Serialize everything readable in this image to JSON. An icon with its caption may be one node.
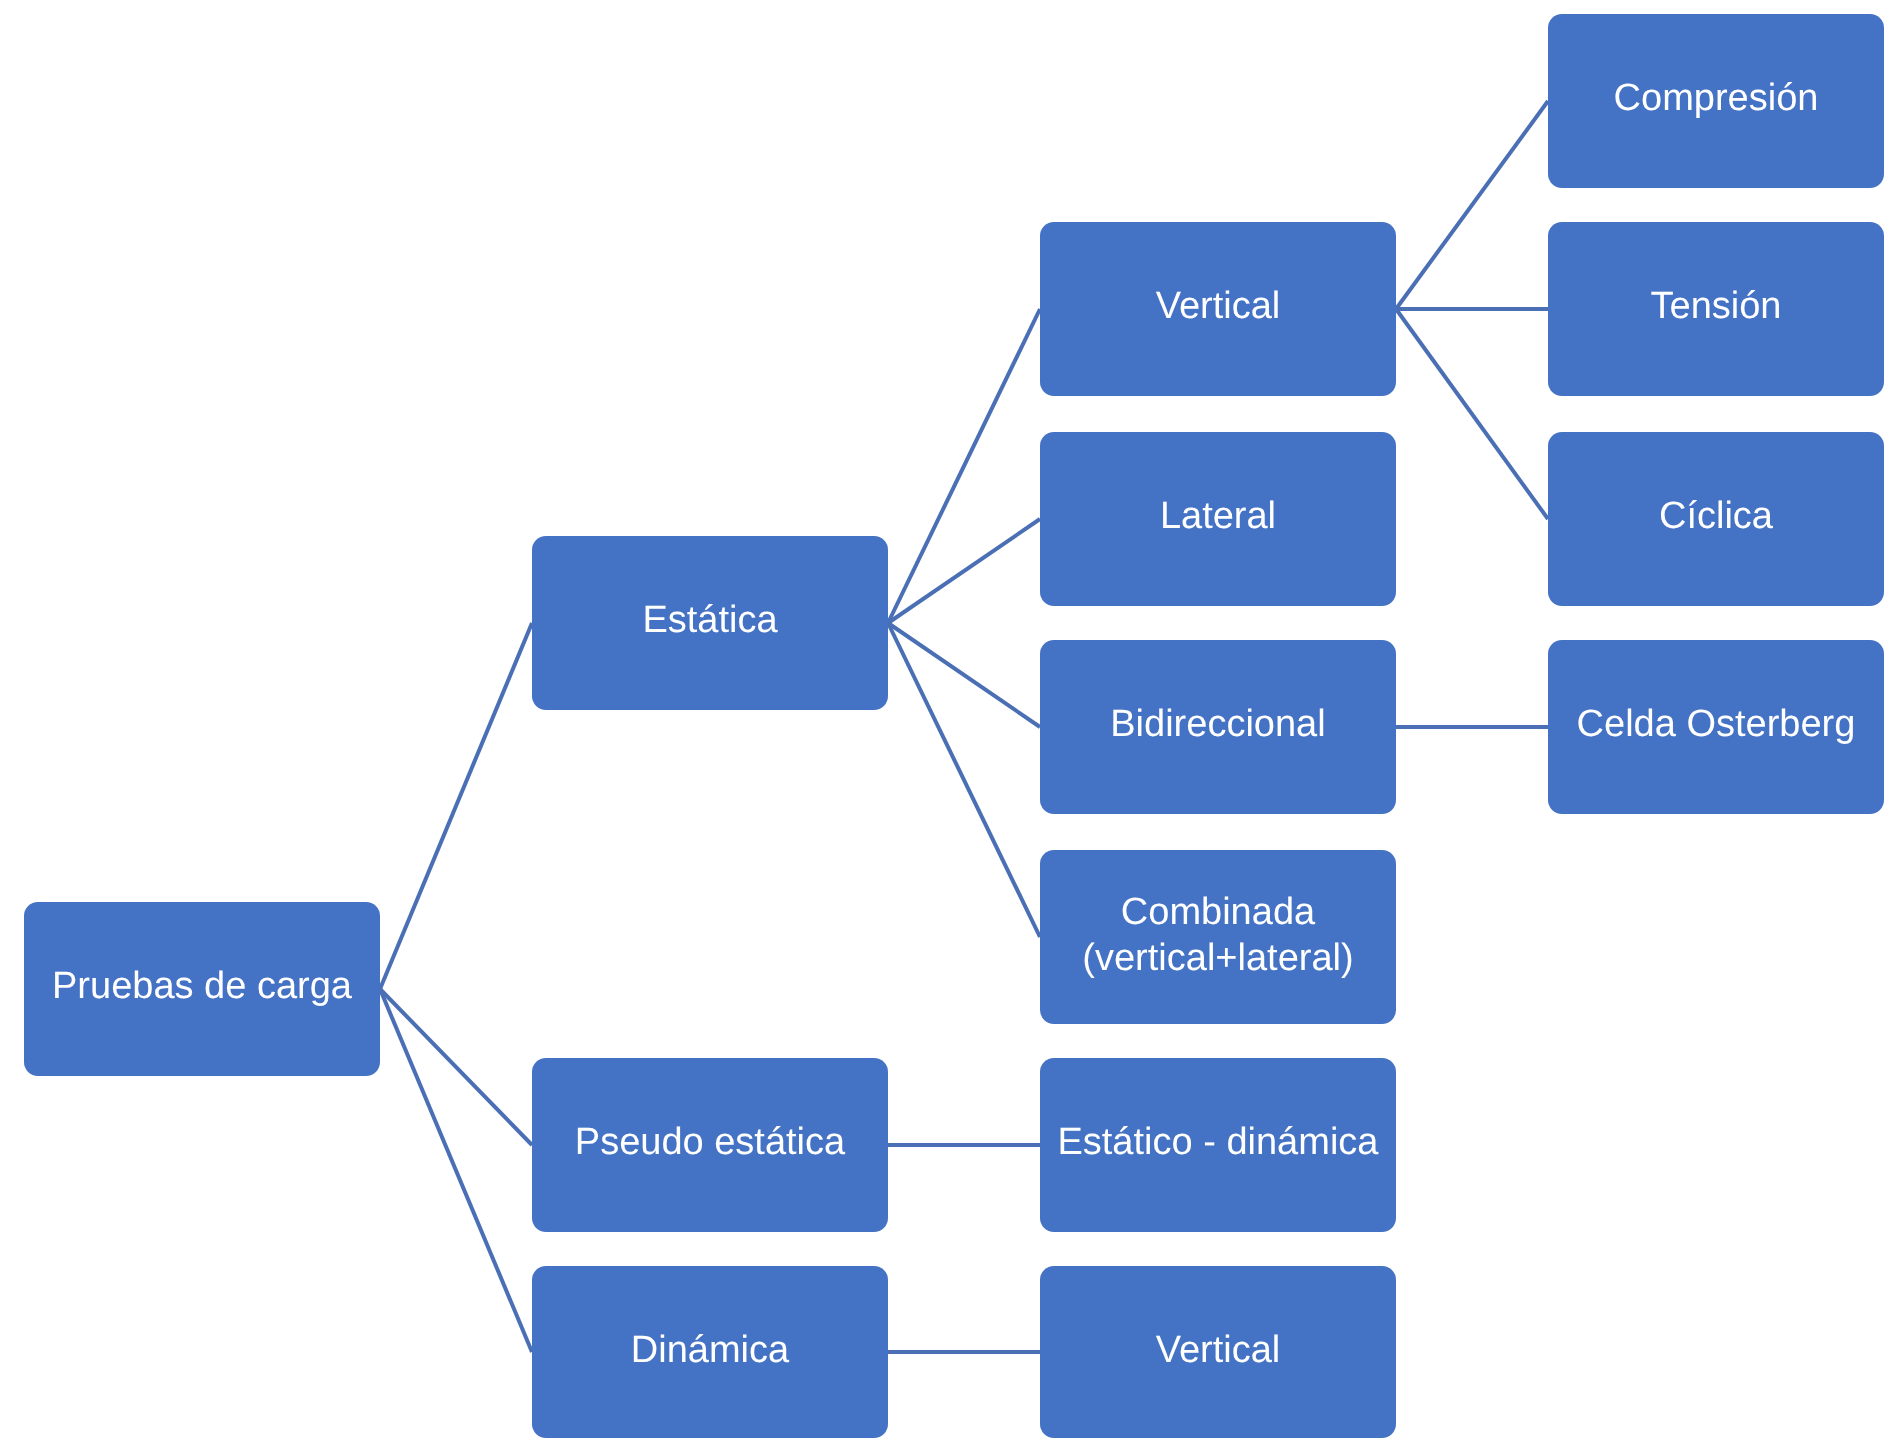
{
  "diagram": {
    "nodes": [
      {
        "text": [
          "Pruebas de carga"
        ]
      },
      {
        "text": [
          "Estática"
        ]
      },
      {
        "text": [
          "Pseudo estática"
        ]
      },
      {
        "text": [
          "Dinámica"
        ]
      },
      {
        "text": [
          "Vertical"
        ]
      },
      {
        "text": [
          "Lateral"
        ]
      },
      {
        "text": [
          "Bidireccional"
        ]
      },
      {
        "text": [
          "Combinada (vertical+lateral)"
        ]
      },
      {
        "text": [
          "Estático - dinámica"
        ]
      },
      {
        "text": [
          "Vertical"
        ]
      },
      {
        "text": [
          "Compresión"
        ]
      },
      {
        "text": [
          "Tensión"
        ]
      },
      {
        "text": [
          "Cíclica"
        ]
      },
      {
        "text": [
          "Celda Osterberg"
        ]
      }
    ],
    "edges": [
      {
        "from": 0,
        "to": 1,
        "arrow": "none"
      },
      {
        "from": 0,
        "to": 2,
        "arrow": "none"
      },
      {
        "from": 0,
        "to": 3,
        "arrow": "none"
      },
      {
        "from": 1,
        "to": 4,
        "arrow": "none"
      },
      {
        "from": 1,
        "to": 5,
        "arrow": "none"
      },
      {
        "from": 1,
        "to": 6,
        "arrow": "none"
      },
      {
        "from": 1,
        "to": 7,
        "arrow": "none"
      },
      {
        "from": 2,
        "to": 8,
        "arrow": "none"
      },
      {
        "from": 3,
        "to": 9,
        "arrow": "none"
      },
      {
        "from": 4,
        "to": 10,
        "arrow": "none"
      },
      {
        "from": 4,
        "to": 11,
        "arrow": "none"
      },
      {
        "from": 4,
        "to": 12,
        "arrow": "none"
      },
      {
        "from": 6,
        "to": 13,
        "arrow": "none"
      }
    ]
  }
}
